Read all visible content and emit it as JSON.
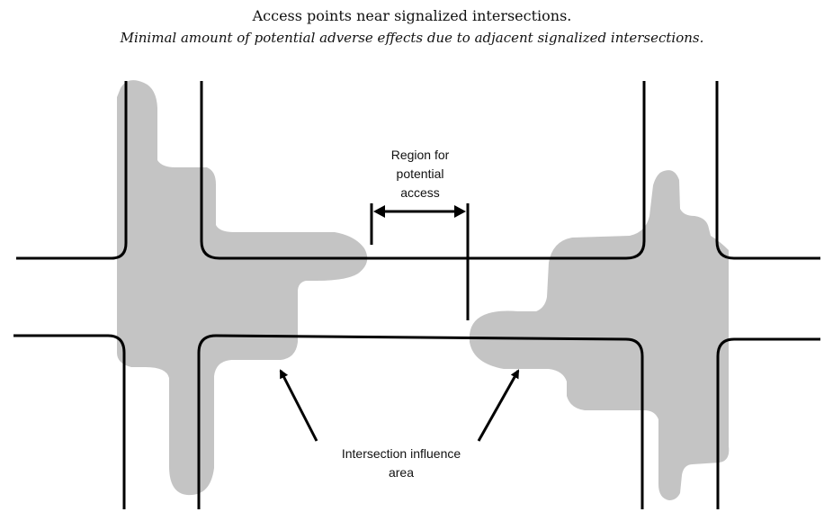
{
  "header": {
    "title": "Access points near signalized intersections.",
    "subtitle": "Minimal amount of potential adverse effects due to adjacent signalized intersections."
  },
  "diagram": {
    "region_label": {
      "line1": "Region for",
      "line2": "potential",
      "line3": "access"
    },
    "influence_label": {
      "line1": "Intersection influence",
      "line2": "area"
    },
    "colors": {
      "influence_fill": "#c4c4c4",
      "road_line": "#000000"
    }
  }
}
